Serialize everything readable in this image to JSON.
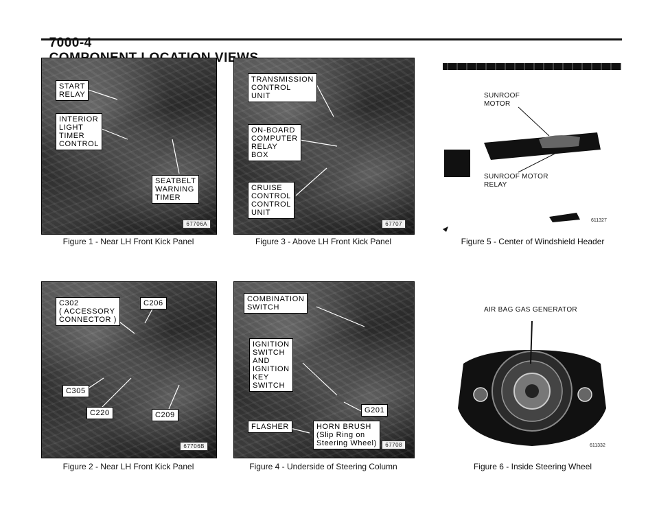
{
  "header": {
    "page_number": "7000-4",
    "title": "COMPONENT LOCATION VIEWS"
  },
  "figure1": {
    "caption": "Figure 1 - Near LH Front Kick Panel",
    "photo_id": "67706A",
    "callouts": {
      "start_relay": "START\nRELAY",
      "interior_light_timer": "INTERIOR\nLIGHT\nTIMER\nCONTROL",
      "seatbelt_warning_timer": "SEATBELT\nWARNING\nTIMER"
    }
  },
  "figure2": {
    "caption": "Figure 2 - Near LH Front Kick Panel",
    "photo_id": "67706B",
    "callouts": {
      "c302": "C302\n( ACCESSORY\nCONNECTOR )",
      "c206": "C206",
      "c305": "C305",
      "c220": "C220",
      "c209": "C209"
    }
  },
  "figure3": {
    "caption": "Figure 3 - Above LH Front Kick Panel",
    "photo_id": "67707",
    "callouts": {
      "tcu": "TRANSMISSION\nCONTROL\nUNIT",
      "obc_relay_box": "ON-BOARD\nCOMPUTER\nRELAY\nBOX",
      "cruise_control": "CRUISE\nCONTROL\nCONTROL\nUNIT"
    }
  },
  "figure4": {
    "caption": "Figure 4 - Underside of Steering Column",
    "photo_id": "67708",
    "callouts": {
      "combination_switch": "COMBINATION\nSWITCH",
      "ignition_switch": "IGNITION\nSWITCH\nAND\nIGNITION\nKEY\nSWITCH",
      "g201": "G201",
      "flasher": "FLASHER",
      "horn_brush": "HORN BRUSH\n(Slip Ring on\nSteering Wheel)"
    }
  },
  "figure5": {
    "caption": "Figure 5 - Center of Windshield Header",
    "photo_id": "611327",
    "labels": {
      "sunroof_motor": "SUNROOF\nMOTOR",
      "sunroof_motor_relay": "SUNROOF MOTOR\nRELAY"
    }
  },
  "figure6": {
    "caption": "Figure 6 - Inside Steering Wheel",
    "photo_id": "611332",
    "labels": {
      "air_bag_gas_generator": "AIR BAG GAS GENERATOR"
    }
  }
}
